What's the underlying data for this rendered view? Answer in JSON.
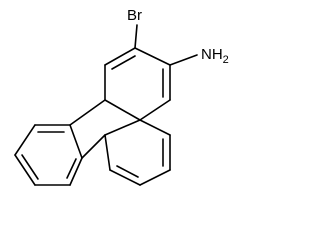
{
  "molecule": {
    "labels": {
      "bromine": "Br",
      "amine_main": "NH",
      "amine_subscript": "2"
    }
  }
}
